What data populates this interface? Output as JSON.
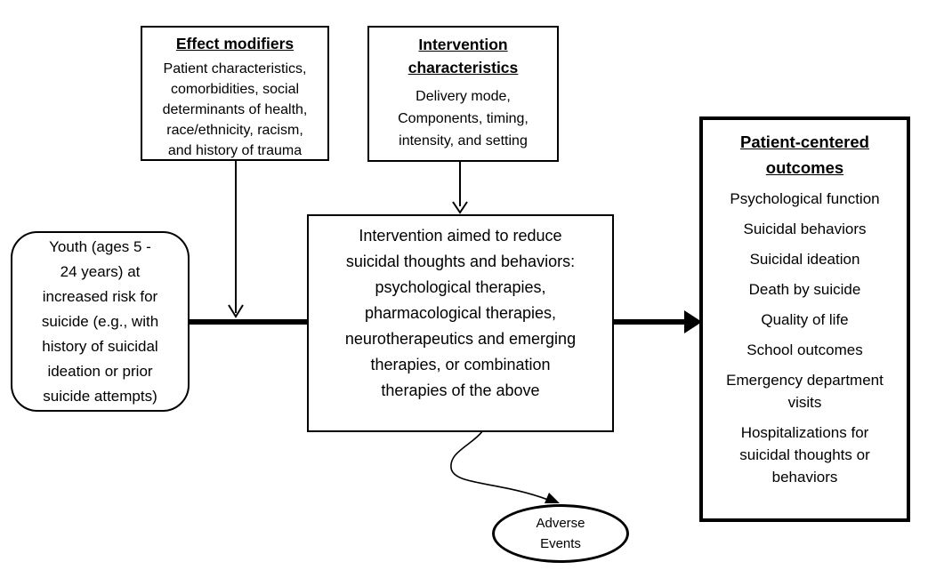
{
  "diagram": {
    "effect_modifiers": {
      "title": "Effect modifiers",
      "body": "Patient characteristics,\ncomorbidities, social\ndeterminants of health,\nrace/ethnicity, racism,\nand history of trauma"
    },
    "intervention_characteristics": {
      "title": "Intervention\ncharacteristics",
      "body": "Delivery mode,\nComponents, timing,\nintensity, and setting"
    },
    "population": {
      "text": "Youth (ages 5 -\n24 years) at\nincreased risk for\nsuicide (e.g., with\nhistory of suicidal\nideation or prior\nsuicide attempts)"
    },
    "intervention": {
      "text": "Intervention aimed to reduce\nsuicidal thoughts and behaviors:\npsychological therapies,\npharmacological therapies,\nneurotherapeutics and emerging\ntherapies, or combination\ntherapies of the above"
    },
    "outcomes": {
      "title": "Patient-centered\noutcomes",
      "items": [
        "Psychological function",
        "Suicidal behaviors",
        "Suicidal ideation",
        "Death by suicide",
        "Quality of life",
        "School outcomes",
        "Emergency department\nvisits",
        "Hospitalizations for\nsuicidal thoughts or\nbehaviors"
      ]
    },
    "adverse_events": {
      "text": "Adverse\nEvents"
    }
  },
  "colors": {
    "line": "#000000",
    "text": "#000000",
    "background": "#ffffff"
  }
}
